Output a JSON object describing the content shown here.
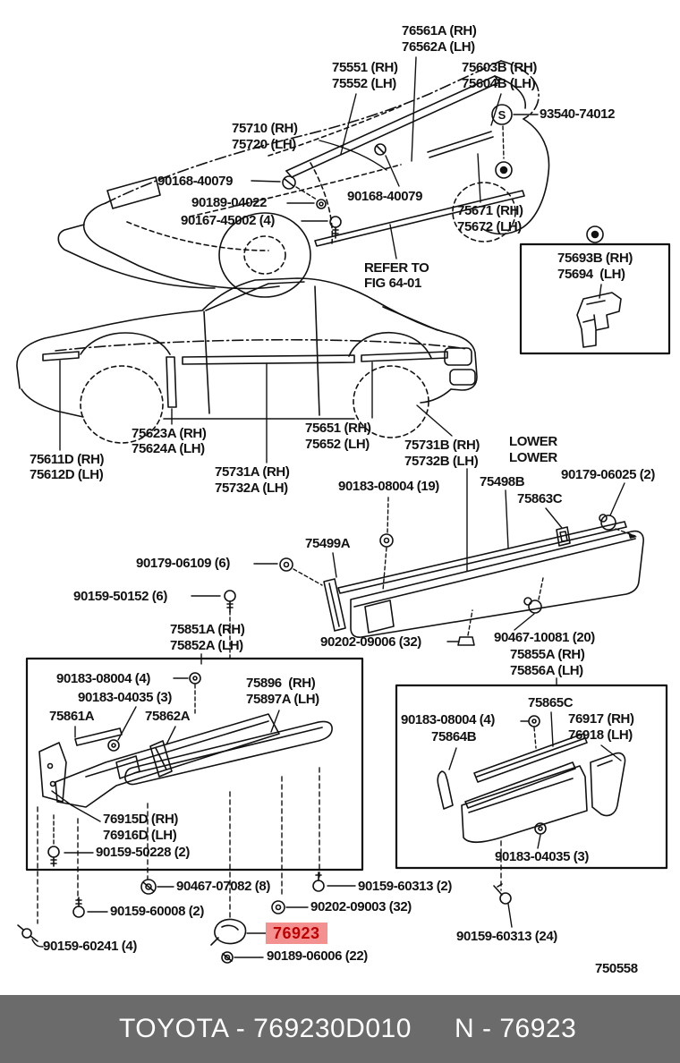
{
  "diagram": {
    "figure_code": "750558",
    "s_marker": "S",
    "notes": {
      "refer1": "REFER TO",
      "refer2": "FIG 64-01",
      "lower1": "LOWER",
      "lower2": "LOWER"
    },
    "colors": {
      "highlight_bg": "#f39191",
      "highlight_fg": "#bf0000",
      "banner_bg": "#6b6b6b",
      "line": "#111111"
    },
    "highlighted_part": "76923",
    "labels": {
      "p76561a": "76561A (RH)",
      "p76562a": "76562A (LH)",
      "p75551": "75551 (RH)",
      "p75552": "75552 (LH)",
      "p75603b": "75603B (RH)",
      "p75604b": "75604B (LH)",
      "p93540": "93540-74012",
      "p75710": "75710 (RH)",
      "p75720": "75720 (LH)",
      "p90168a": "90168-40079",
      "p90189_04022": "90189-04022",
      "p90167": "90167-45002 (4)",
      "p90168b": "90168-40079",
      "p75671": "75671 (RH)",
      "p75672": "75672 (LH)",
      "p75693b": "75693B (RH)",
      "p75694": "75694  (LH)",
      "p75623a": "75623A (RH)",
      "p75624a": "75624A (LH)",
      "p75611d": "75611D (RH)",
      "p75612d": "75612D (LH)",
      "p75731a": "75731A (RH)",
      "p75732a": "75732A (LH)",
      "p75651": "75651 (RH)",
      "p75652": "75652 (LH)",
      "p75731b": "75731B (RH)",
      "p75732b": "75732B (LH)",
      "p90183_08004_19": "90183-08004 (19)",
      "p75498b": "75498B",
      "p75863c": "75863C",
      "p90179_06025": "90179-06025 (2)",
      "p75499a": "75499A",
      "p90179_06109": "90179-06109 (6)",
      "p90159_50152": "90159-50152 (6)",
      "p75851a": "75851A (RH)",
      "p75852a": "75852A (LH)",
      "p90202_09006": "90202-09006 (32)",
      "p90467_10081": "90467-10081 (20)",
      "p75855a": "75855A (RH)",
      "p75856a": "75856A (LH)",
      "p90183_08004_4l": "90183-08004 (4)",
      "p90183_04035_3l": "90183-04035 (3)",
      "p75896": "75896  (RH)",
      "p75897a": "75897A (LH)",
      "p75861a": "75861A",
      "p75862a": "75862A",
      "p76915d": "76915D (RH)",
      "p76916d": "76916D (LH)",
      "p90159_50228": "90159-50228 (2)",
      "p75865c": "75865C",
      "p90183_08004_4r": "90183-08004 (4)",
      "p75864b": "75864B",
      "p76917": "76917 (RH)",
      "p76918": "76918 (LH)",
      "p90183_04035_3r": "90183-04035 (3)",
      "p90467_07082": "90467-07082 (8)",
      "p90159_60313_2": "90159-60313 (2)",
      "p90159_60008": "90159-60008 (2)",
      "p90202_09003": "90202-09003 (32)",
      "p90159_60241": "90159-60241 (4)",
      "p90189_06006": "90189-06006 (22)",
      "p90159_60313_24": "90159-60313 (24)"
    },
    "banner": {
      "left": "TOYOTA - 769230D010",
      "right": "N - 76923"
    }
  }
}
